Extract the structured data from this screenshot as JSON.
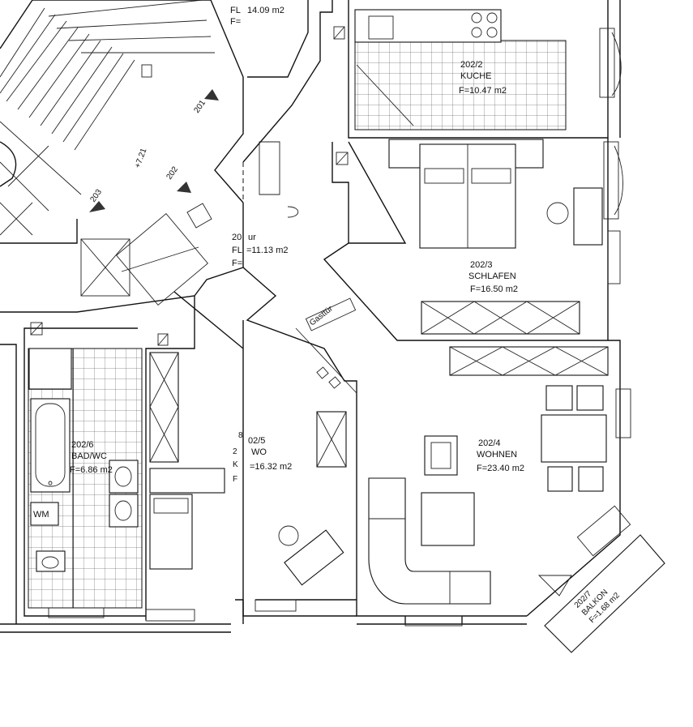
{
  "rooms": {
    "flur_top": {
      "label1": "FL",
      "label2": "F=",
      "area": "14.09 m2"
    },
    "flur_mid": {
      "label0": "20",
      "label1": "FL",
      "label2": "F=",
      "name": "ur",
      "area": "=11.13 m2"
    },
    "kueche": {
      "id": "202/2",
      "name": "KUCHE",
      "area": "F=10.47 m2"
    },
    "schlafen": {
      "id": "202/3",
      "name": "SCHLAFEN",
      "area": "F=16.50 m2"
    },
    "wohnen": {
      "id": "202/4",
      "name": "WOHNEN",
      "area": "F=23.40 m2"
    },
    "wo": {
      "id": "02/5",
      "name": "WO",
      "area": "=16.32 m2",
      "frag1": "8",
      "frag2": "2",
      "frag3": "K",
      "frag4": "F"
    },
    "bad": {
      "id": "202/6",
      "name": "BAD/WC",
      "area": "F=6.86 m2"
    },
    "balkon": {
      "id": "202/7",
      "name": "BALKON",
      "area": "F=1.68 m2"
    }
  },
  "labels": {
    "gasttuer": "Gasttür",
    "wm": "WM",
    "level": "+7.21",
    "stair_201": "201",
    "stair_202": "202",
    "stair_203": "203"
  }
}
